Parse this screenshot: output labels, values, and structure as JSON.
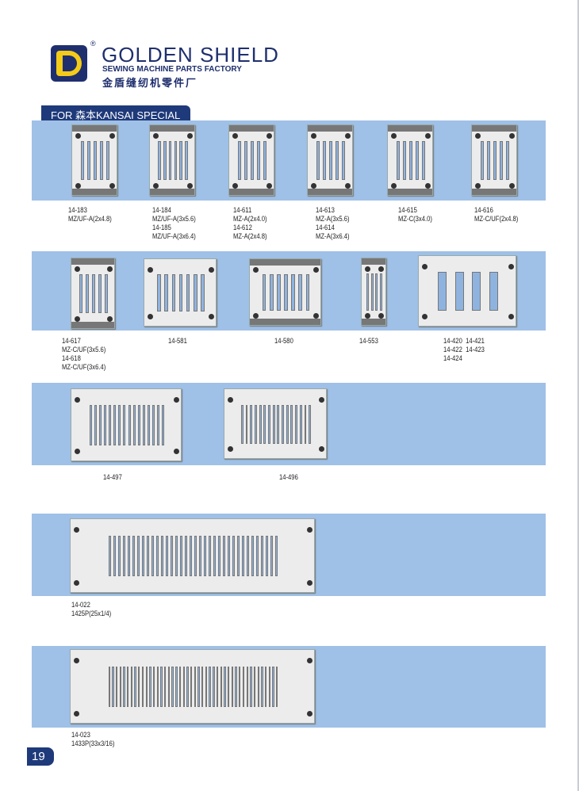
{
  "header": {
    "reg": "®",
    "brand": "GOLDEN SHIELD",
    "subtitle": "SEWING MACHINE PARTS FACTORY",
    "chinese": "金盾缝纫机零件厂"
  },
  "section_title": "FOR 森本KANSAI SPECIAL",
  "colors": {
    "navy": "#1f3a7a",
    "band": "#9fc0e7"
  },
  "products": [
    {
      "label": "14-183\nMZ/UF-A(2x4.8)"
    },
    {
      "label": "14-184\nMZ/UF-A(3x5.6)\n14-185\nMZ/UF-A(3x6.4)"
    },
    {
      "label": "14-611\nMZ-A(2x4.0)\n14-612\nMZ-A(2x4.8)"
    },
    {
      "label": "14-613\nMZ-A(3x5.6)\n14-614\nMZ-A(3x6.4)"
    },
    {
      "label": "14-615\nMZ-C(3x4.0)"
    },
    {
      "label": "14-616\nMZ-C/UF(2x4.8)"
    },
    {
      "label": "14-617\nMZ-C/UF(3x5.6)\n14-618\nMZ-C/UF(3x6.4)"
    },
    {
      "label": "14-581"
    },
    {
      "label": "14-580"
    },
    {
      "label": "14-553"
    },
    {
      "label": "14-420  14-421\n14-422  14-423\n14-424"
    },
    {
      "label": "14-497"
    },
    {
      "label": "14-496"
    },
    {
      "label": "14-022\n1425P(25x1/4)"
    },
    {
      "label": "14-023\n1433P(33x3/16)"
    }
  ],
  "page_number": "19"
}
